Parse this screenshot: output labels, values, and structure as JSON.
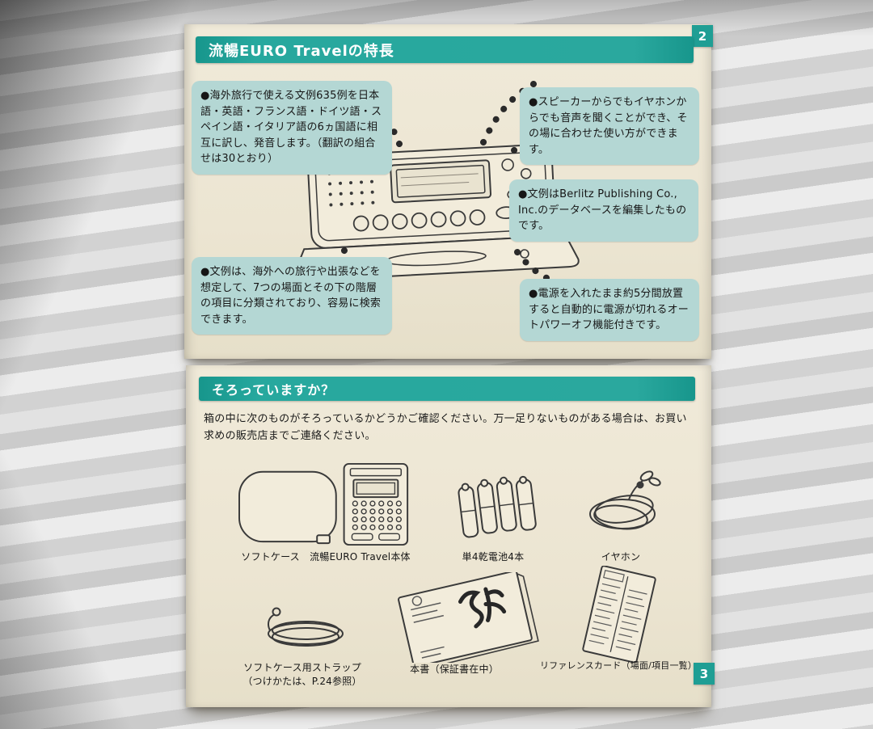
{
  "colors": {
    "accent_teal": "#1f9e94",
    "feature_box_teal": "#b4d7d4",
    "page_cream": "#ece6d4"
  },
  "page_top": {
    "page_number": "2",
    "header": "流暢EURO Travelの特長",
    "boxes": [
      {
        "text": "●海外旅行で使える文例635例を日本語・英語・フランス語・ドイツ語・スペイン語・イタリア語の6ヵ国語に相互に訳し、発音します。（翻訳の組合せは30とおり）"
      },
      {
        "text": "●スピーカーからでもイヤホンからでも音声を聞くことができ、その場に合わせた使い方ができます。"
      },
      {
        "text": "●文例はBerlitz Publishing Co., Inc.のデータベースを編集したものです。"
      },
      {
        "text": "●文例は、海外への旅行や出張などを想定して、7つの場面とその下の階層の項目に分類されており、容易に検索できます。"
      },
      {
        "text": "●電源を入れたまま約5分間放置すると自動的に電源が切れるオートパワーオフ機能付きです。"
      }
    ]
  },
  "page_bottom": {
    "page_number": "3",
    "header": "そろっていますか？",
    "intro": "箱の中に次のものがそろっているかどうかご確認ください。万一足りないものがある場合は、お買い求めの販売店までご連絡ください。",
    "items": [
      {
        "label": "ソフトケース　流暢EURO Travel本体"
      },
      {
        "label": "単4乾電池4本"
      },
      {
        "label": "イヤホン"
      },
      {
        "label": "ソフトケース用ストラップ\n（つけかたは、P.24参照）"
      },
      {
        "label": "本書（保証書在中）"
      },
      {
        "label": "リファレンスカード（場面/項目一覧）"
      }
    ]
  }
}
